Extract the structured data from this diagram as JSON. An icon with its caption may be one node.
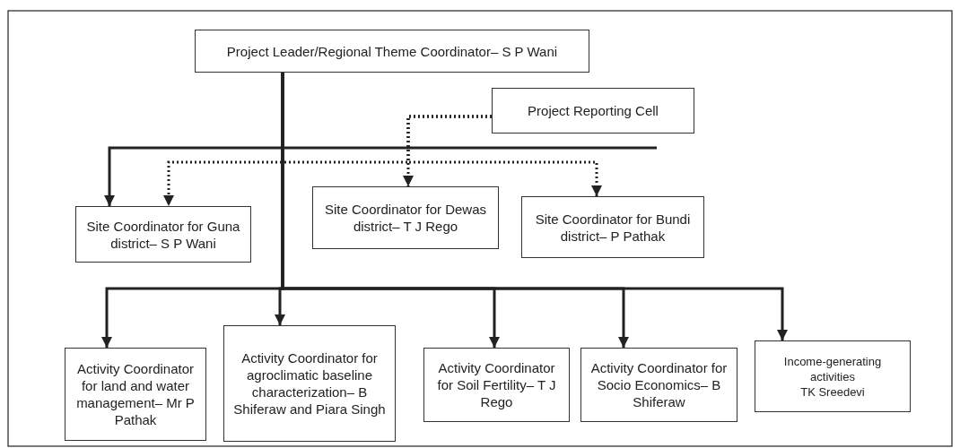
{
  "diagram": {
    "nodes": [
      {
        "text": [
          "Project Leader/Regional Theme Coordinator– S P Wani"
        ]
      },
      {
        "text": [
          "Project Reporting Cell"
        ]
      },
      {
        "text": [
          "Site Coordinator for Guna district– S P Wani"
        ]
      },
      {
        "text": [
          "Site Coordinator for Dewas district– T J Rego"
        ]
      },
      {
        "text": [
          "Site Coordinator for Bundi district– P Pathak"
        ]
      },
      {
        "text": [
          "Activity Coordinator for land and water management– Mr P Pathak"
        ]
      },
      {
        "text": [
          "Activity Coordinator for agroclimatic baseline characterization– B Shiferaw and Piara Singh"
        ]
      },
      {
        "text": [
          "Activity Coordinator for Soil Fertility– T J Rego"
        ]
      },
      {
        "text": [
          "Activity Coordinator for Socio Economics– B Shiferaw"
        ]
      },
      {
        "text": [
          "Income-generating activities",
          "TK Sreedevi"
        ]
      }
    ],
    "edges": [
      {
        "from": 0,
        "to": 2,
        "arrow": "to"
      },
      {
        "from": 1,
        "to": 2,
        "arrow": "to",
        "style": "dashed"
      },
      {
        "from": 1,
        "to": 3,
        "arrow": "to",
        "style": "dashed"
      },
      {
        "from": 1,
        "to": 4,
        "arrow": "to",
        "style": "dashed"
      },
      {
        "from": 0,
        "to": 5,
        "arrow": "to"
      },
      {
        "from": 0,
        "to": 6,
        "arrow": "to"
      },
      {
        "from": 0,
        "to": 7,
        "arrow": "to"
      },
      {
        "from": 0,
        "to": 8,
        "arrow": "to"
      },
      {
        "from": 0,
        "to": 9,
        "arrow": "to"
      }
    ]
  }
}
